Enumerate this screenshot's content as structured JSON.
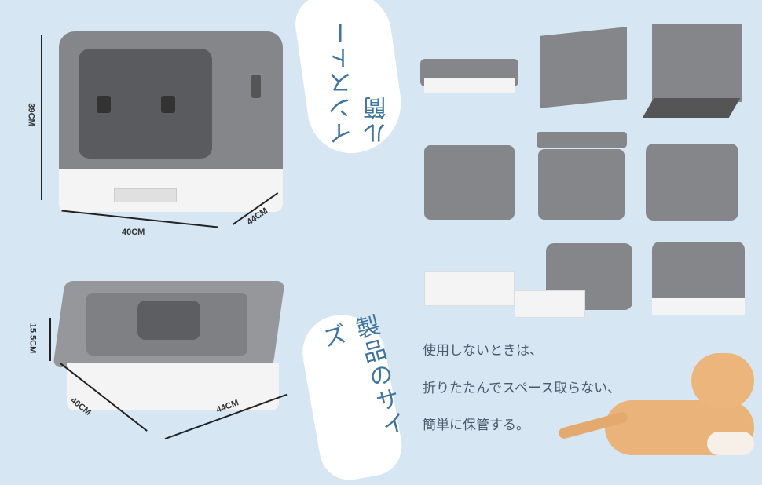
{
  "headline_install": "インストール簡",
  "headline_size": "製品のサイズ",
  "dimensions": {
    "box_height": "39CM",
    "box_width": "40CM",
    "box_depth": "44CM",
    "folded_height": "15.5CM",
    "folded_width": "40CM",
    "folded_depth": "44CM"
  },
  "description": [
    "使用しないときは、",
    "折りたたんでスペース取らない、",
    "簡単に保管する。"
  ],
  "colors": {
    "background": "#d6e6f2",
    "accent_text": "#3f74a0",
    "product_grey": "#858689"
  }
}
